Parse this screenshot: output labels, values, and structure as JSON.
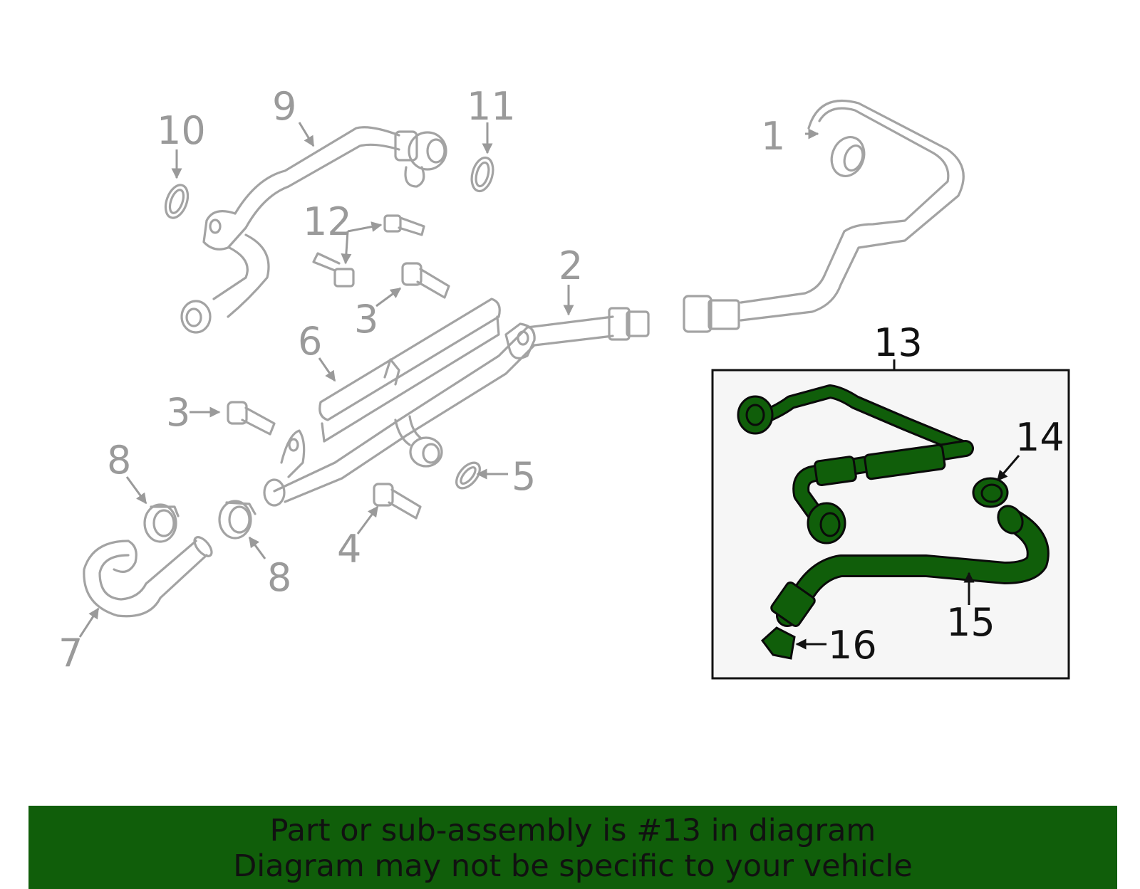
{
  "callouts": {
    "c1": "1",
    "c2": "2",
    "c3a": "3",
    "c3b": "3",
    "c4": "4",
    "c5": "5",
    "c6": "6",
    "c7": "7",
    "c8a": "8",
    "c8b": "8",
    "c9": "9",
    "c10": "10",
    "c11": "11",
    "c12": "12",
    "c13": "13",
    "c14": "14",
    "c15": "15",
    "c16": "16"
  },
  "banner": {
    "line1": "Part or sub-assembly is #13 in diagram",
    "line2": "Diagram may not be specific to your vehicle"
  },
  "colors": {
    "highlight_green": "#105e0a",
    "part_outline_gray": "#a3a3a3",
    "box_fill": "#f6f6f6"
  }
}
